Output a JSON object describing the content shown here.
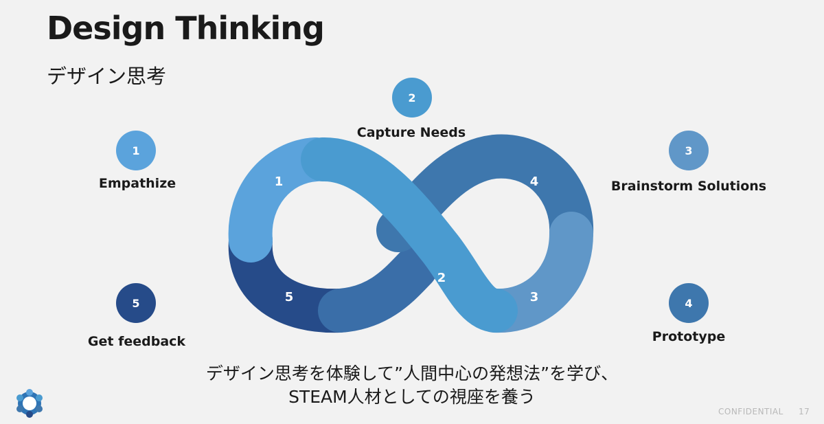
{
  "slide": {
    "title": "Design Thinking",
    "subtitle": "デザイン思考",
    "tagline_line1": "デザイン思考を体験して”人間中心の発想法”を学び、",
    "tagline_line2": "STEAM人材としての視座を養う",
    "footer_confidential": "CONFIDENTIAL",
    "page_number": "17"
  },
  "steps": [
    {
      "number": "1",
      "label": "Empathize",
      "color": "#5ba3dc"
    },
    {
      "number": "2",
      "label": "Capture Needs",
      "color": "#4a9bd0"
    },
    {
      "number": "3",
      "label": "Brainstorm Solutions",
      "color": "#6097c8"
    },
    {
      "number": "4",
      "label": "Prototype",
      "color": "#3e77ad"
    },
    {
      "number": "5",
      "label": "Get feedback",
      "color": "#264b89"
    }
  ],
  "loop_numbers": [
    "1",
    "2",
    "3",
    "4",
    "5"
  ]
}
